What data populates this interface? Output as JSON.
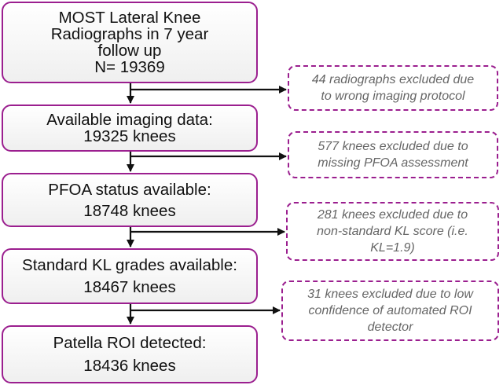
{
  "stages": [
    {
      "lines": [
        "MOST Lateral Knee",
        "Radiographs in 7 year",
        "follow up",
        "N= 19369"
      ]
    },
    {
      "lines": [
        "Available imaging data:",
        "19325 knees"
      ]
    },
    {
      "lines": [
        "PFOA status available:",
        "18748 knees"
      ]
    },
    {
      "lines": [
        "Standard KL grades available:",
        "18467 knees"
      ]
    },
    {
      "lines": [
        "Patella ROI detected:",
        "18436 knees"
      ]
    }
  ],
  "exclusions": [
    {
      "lines": [
        "44 radiographs excluded due",
        "to wrong imaging protocol"
      ]
    },
    {
      "lines": [
        "577 knees excluded due to",
        "missing PFOA assessment"
      ]
    },
    {
      "lines": [
        "281 knees excluded due to",
        "non-standard KL score (i.e.",
        "KL=1.9)"
      ]
    },
    {
      "lines": [
        "31 knees excluded due to low",
        "confidence of automated ROI",
        "detector"
      ]
    }
  ],
  "colors": {
    "border": "#9b1f8f",
    "arrow": "#111111",
    "excluded_text": "#666666"
  }
}
